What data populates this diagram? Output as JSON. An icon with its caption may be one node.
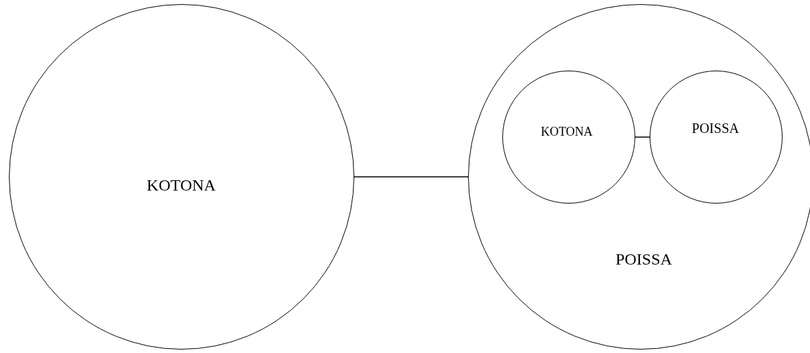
{
  "diagram": {
    "nodes": [
      {
        "text": [
          "KOTONA"
        ]
      },
      {
        "text": [
          "POISSA"
        ]
      },
      {
        "text": [
          "KOTONA"
        ],
        "in": 1
      },
      {
        "text": [
          "POISSA"
        ],
        "in": 1
      }
    ],
    "edges": [
      {
        "from": 0,
        "to": 1,
        "arrow": "none"
      },
      {
        "from": 2,
        "to": 3,
        "arrow": "none"
      }
    ]
  }
}
